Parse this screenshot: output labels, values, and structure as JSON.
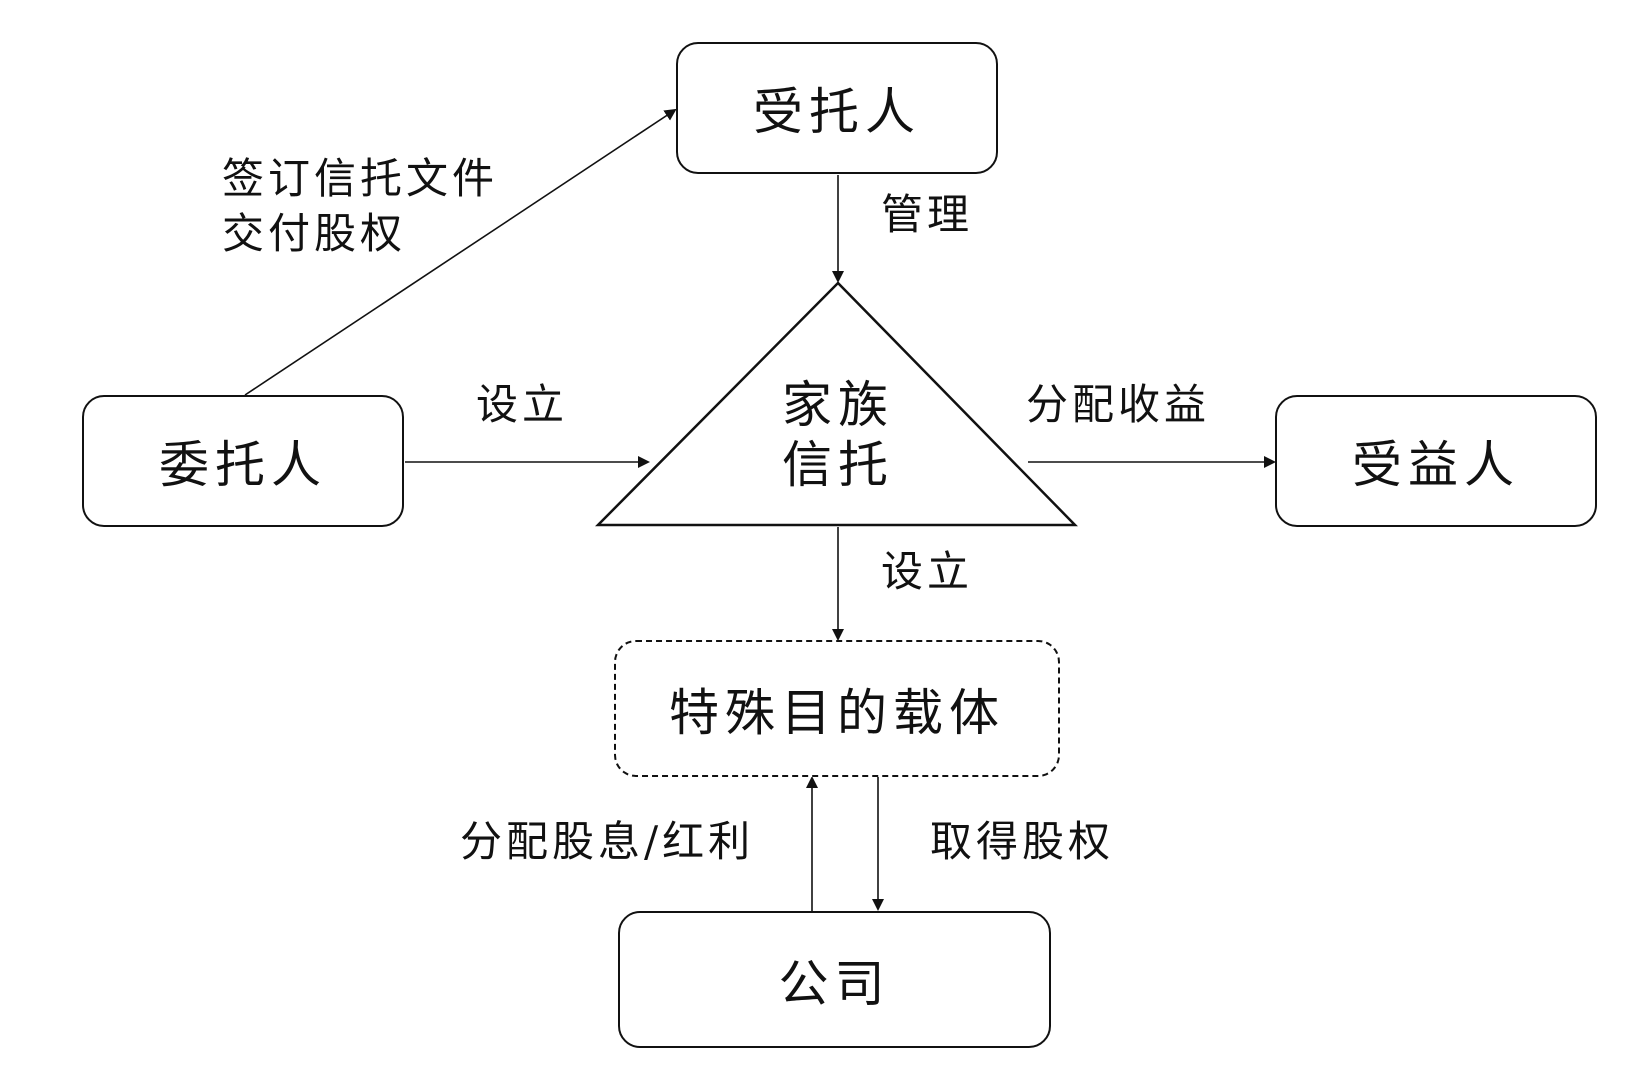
{
  "nodes": {
    "trustee": "受托人",
    "settlor": "委托人",
    "beneficiary": "受益人",
    "family_trust_line1": "家族",
    "family_trust_line2": "信托",
    "spv": "特殊目的载体",
    "company": "公司"
  },
  "edges": {
    "sign_docs_line1": "签订信托文件",
    "sign_docs_line2": "交付股权",
    "establish_trust": "设立",
    "manage": "管理",
    "distribute_income": "分配收益",
    "establish_spv": "设立",
    "distribute_dividends": "分配股息/红利",
    "acquire_equity": "取得股权"
  },
  "colors": {
    "stroke": "#111111",
    "background": "#ffffff"
  }
}
